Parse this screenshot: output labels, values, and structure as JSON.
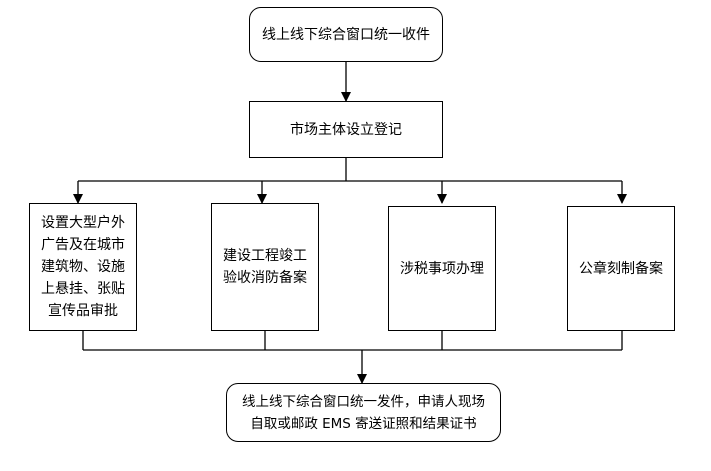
{
  "nodes": {
    "start": "线上线下综合窗口统一收件",
    "register": "市场主体设立登记",
    "branch1": "设置大型户外\n广告及在城市\n建筑物、设施\n上悬挂、张贴\n宣传品审批",
    "branch2": "建设工程竣工\n验收消防备案",
    "branch3": "涉税事项办理",
    "branch4": "公章刻制备案",
    "end": "线上线下综合窗口统一发件，申请人现场\n自取或邮政 EMS 寄送证照和结果证书"
  }
}
